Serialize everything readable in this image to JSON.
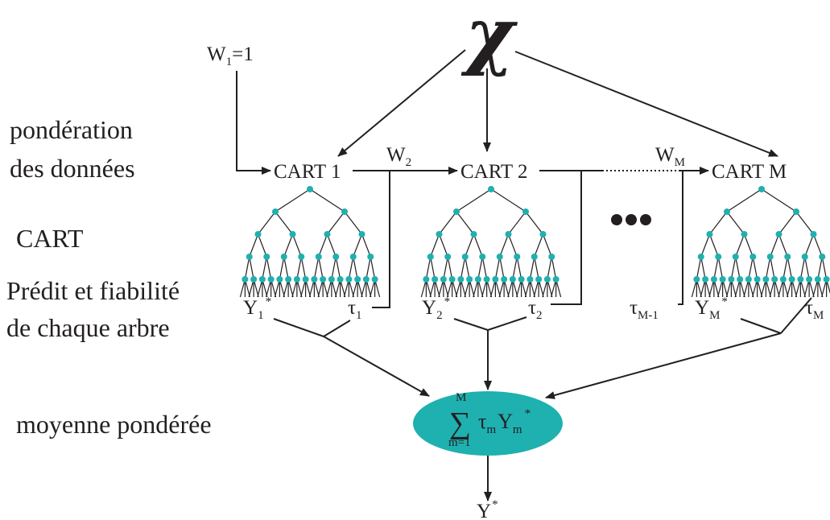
{
  "colors": {
    "ink": "#231f20",
    "accent": "#1fb0b0"
  },
  "input": {
    "symbol": "χ"
  },
  "side_labels": {
    "weighting_line1": "pondération",
    "weighting_line2": "des données",
    "cart": "CART",
    "prediction_line1": "Prédit et fiabilité",
    "prediction_line2": "de chaque arbre",
    "average": "moyenne pondérée"
  },
  "weights": {
    "w1": {
      "base": "W",
      "sub": "1",
      "suffix": "=1"
    },
    "w2": {
      "base": "W",
      "sub": "2"
    },
    "wm": {
      "base": "W",
      "sub": "M"
    }
  },
  "carts": [
    {
      "label": "CART 1",
      "pred_base": "Y",
      "pred_sub": "1",
      "pred_sup": "*",
      "tau_base": "τ",
      "tau_sub": "1"
    },
    {
      "label": "CART 2",
      "pred_base": "Y",
      "pred_sub": "2",
      "pred_sup": "*",
      "tau_base": "τ",
      "tau_sub": "2"
    },
    {
      "label": "CART M",
      "pred_base": "Y",
      "pred_sub": "M",
      "pred_sup": "*",
      "tau_base": "τ",
      "tau_sub": "M"
    }
  ],
  "tau_prev": {
    "base": "τ",
    "sub": "M-1"
  },
  "formula": {
    "sum": "∑",
    "upper": "M",
    "lower": "m=1",
    "tau": "τ",
    "tau_sub": "m",
    "y": "Y",
    "y_sub": "m",
    "y_sup": "*"
  },
  "output": {
    "base": "Y",
    "sup": "*"
  }
}
